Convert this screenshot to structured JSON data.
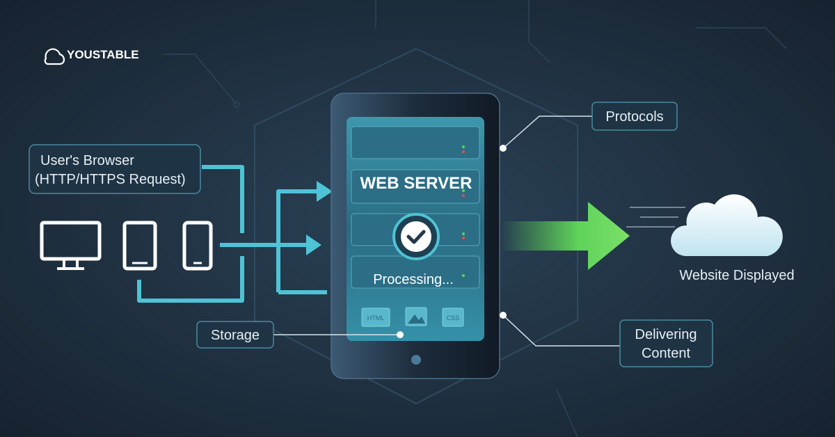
{
  "brand": {
    "name": "YOUSTABLE"
  },
  "browser_box": {
    "line1": "User's Browser",
    "line2": "(HTTP/HTTPS Request)"
  },
  "server": {
    "title": "WEB SERVER",
    "status": "Processing...",
    "files": [
      "HTML",
      "image",
      "CSS"
    ]
  },
  "callouts": {
    "protocols": "Protocols",
    "storage": "Storage",
    "delivering_line1": "Delivering",
    "delivering_line2": "Content"
  },
  "output": {
    "label": "Website Displayed"
  },
  "colors": {
    "accent": "#4fc3d6",
    "green": "#5fd35a",
    "background": "#1b2837"
  }
}
